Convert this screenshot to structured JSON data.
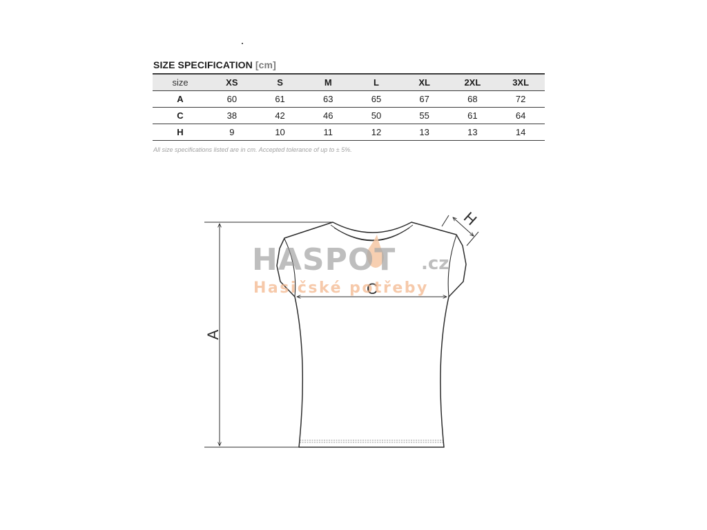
{
  "spec": {
    "title": "SIZE SPECIFICATION",
    "unit": "[cm]",
    "columns": [
      "size",
      "XS",
      "S",
      "M",
      "L",
      "XL",
      "2XL",
      "3XL"
    ],
    "rows": [
      {
        "label": "A",
        "values": [
          "60",
          "61",
          "63",
          "65",
          "67",
          "68",
          "72"
        ]
      },
      {
        "label": "C",
        "values": [
          "38",
          "42",
          "46",
          "50",
          "55",
          "61",
          "64"
        ]
      },
      {
        "label": "H",
        "values": [
          "9",
          "10",
          "11",
          "12",
          "13",
          "13",
          "14"
        ]
      }
    ],
    "note": "All size specifications listed are in cm. Accepted tolerance of up to ± 5%."
  },
  "diagram": {
    "label_a": "A",
    "label_c": "C",
    "label_h": "H",
    "line_color": "#2b2b2b"
  },
  "watermark": {
    "brand": "HASPOT",
    "domain": ".cz",
    "tagline": "Hasičské potřeby",
    "brand_color": "#9a9a9a",
    "tagline_color": "#f2b48a"
  }
}
